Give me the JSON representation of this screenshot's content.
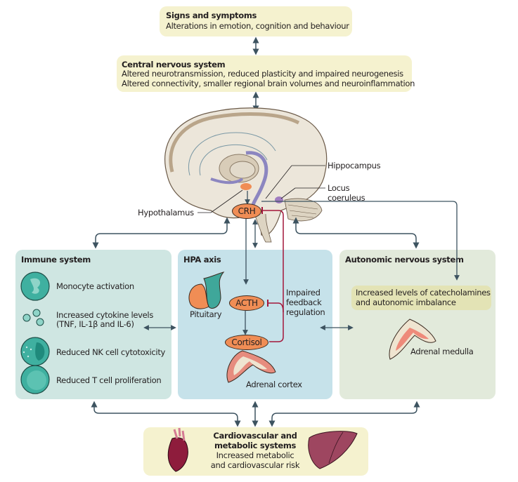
{
  "signs": {
    "title": "Signs and symptoms",
    "text": "Alterations in emotion, cognition and behaviour"
  },
  "cns": {
    "title": "Central nervous system",
    "line1": "Altered neurotransmission, reduced plasticity and impaired neurogenesis",
    "line2": "Altered connectivity, smaller regional brain volumes and neuroinflammation"
  },
  "brain": {
    "hippocampus": "Hippocampus",
    "locus_line1": "Locus",
    "locus_line2": "coeruleus",
    "hypothalamus": "Hypothalamus",
    "crh": "CRH"
  },
  "immune": {
    "title": "Immune system",
    "items": [
      {
        "icon": "monocyte-icon",
        "line1": "Monocyte activation",
        "line2": ""
      },
      {
        "icon": "cytokine-icon",
        "line1": "Increased cytokine levels",
        "line2": "(TNF, IL-1β and IL-6)"
      },
      {
        "icon": "nk-cell-icon",
        "line1": "Reduced NK cell cytotoxicity",
        "line2": ""
      },
      {
        "icon": "t-cell-icon",
        "line1": "Reduced T cell proliferation",
        "line2": ""
      }
    ]
  },
  "hpa": {
    "title": "HPA axis",
    "pituitary": "Pituitary",
    "acth": "ACTH",
    "cortisol": "Cortisol",
    "feedback_line1": "Impaired",
    "feedback_line2": "feedback",
    "feedback_line3": "regulation",
    "adrenal_cortex": "Adrenal cortex"
  },
  "ans": {
    "title": "Autonomic nervous system",
    "callout_line1": "Increased levels of catecholamines",
    "callout_line2": "and autonomic imbalance",
    "adrenal_medulla": "Adrenal medulla"
  },
  "cardio": {
    "title_line1": "Cardiovascular and",
    "title_line2": "metabolic systems",
    "text_line1": "Increased metabolic",
    "text_line2": "and cardiovascular risk"
  },
  "colors": {
    "immune_bg": "#cfe6e2",
    "hpa_bg": "#c6e2ea",
    "ans_bg": "#e2eadb",
    "yellow_bg": "#f5f2cf",
    "arrow": "#3d5360",
    "inhibit": "#a3163a",
    "hormone": "#f08d55"
  }
}
